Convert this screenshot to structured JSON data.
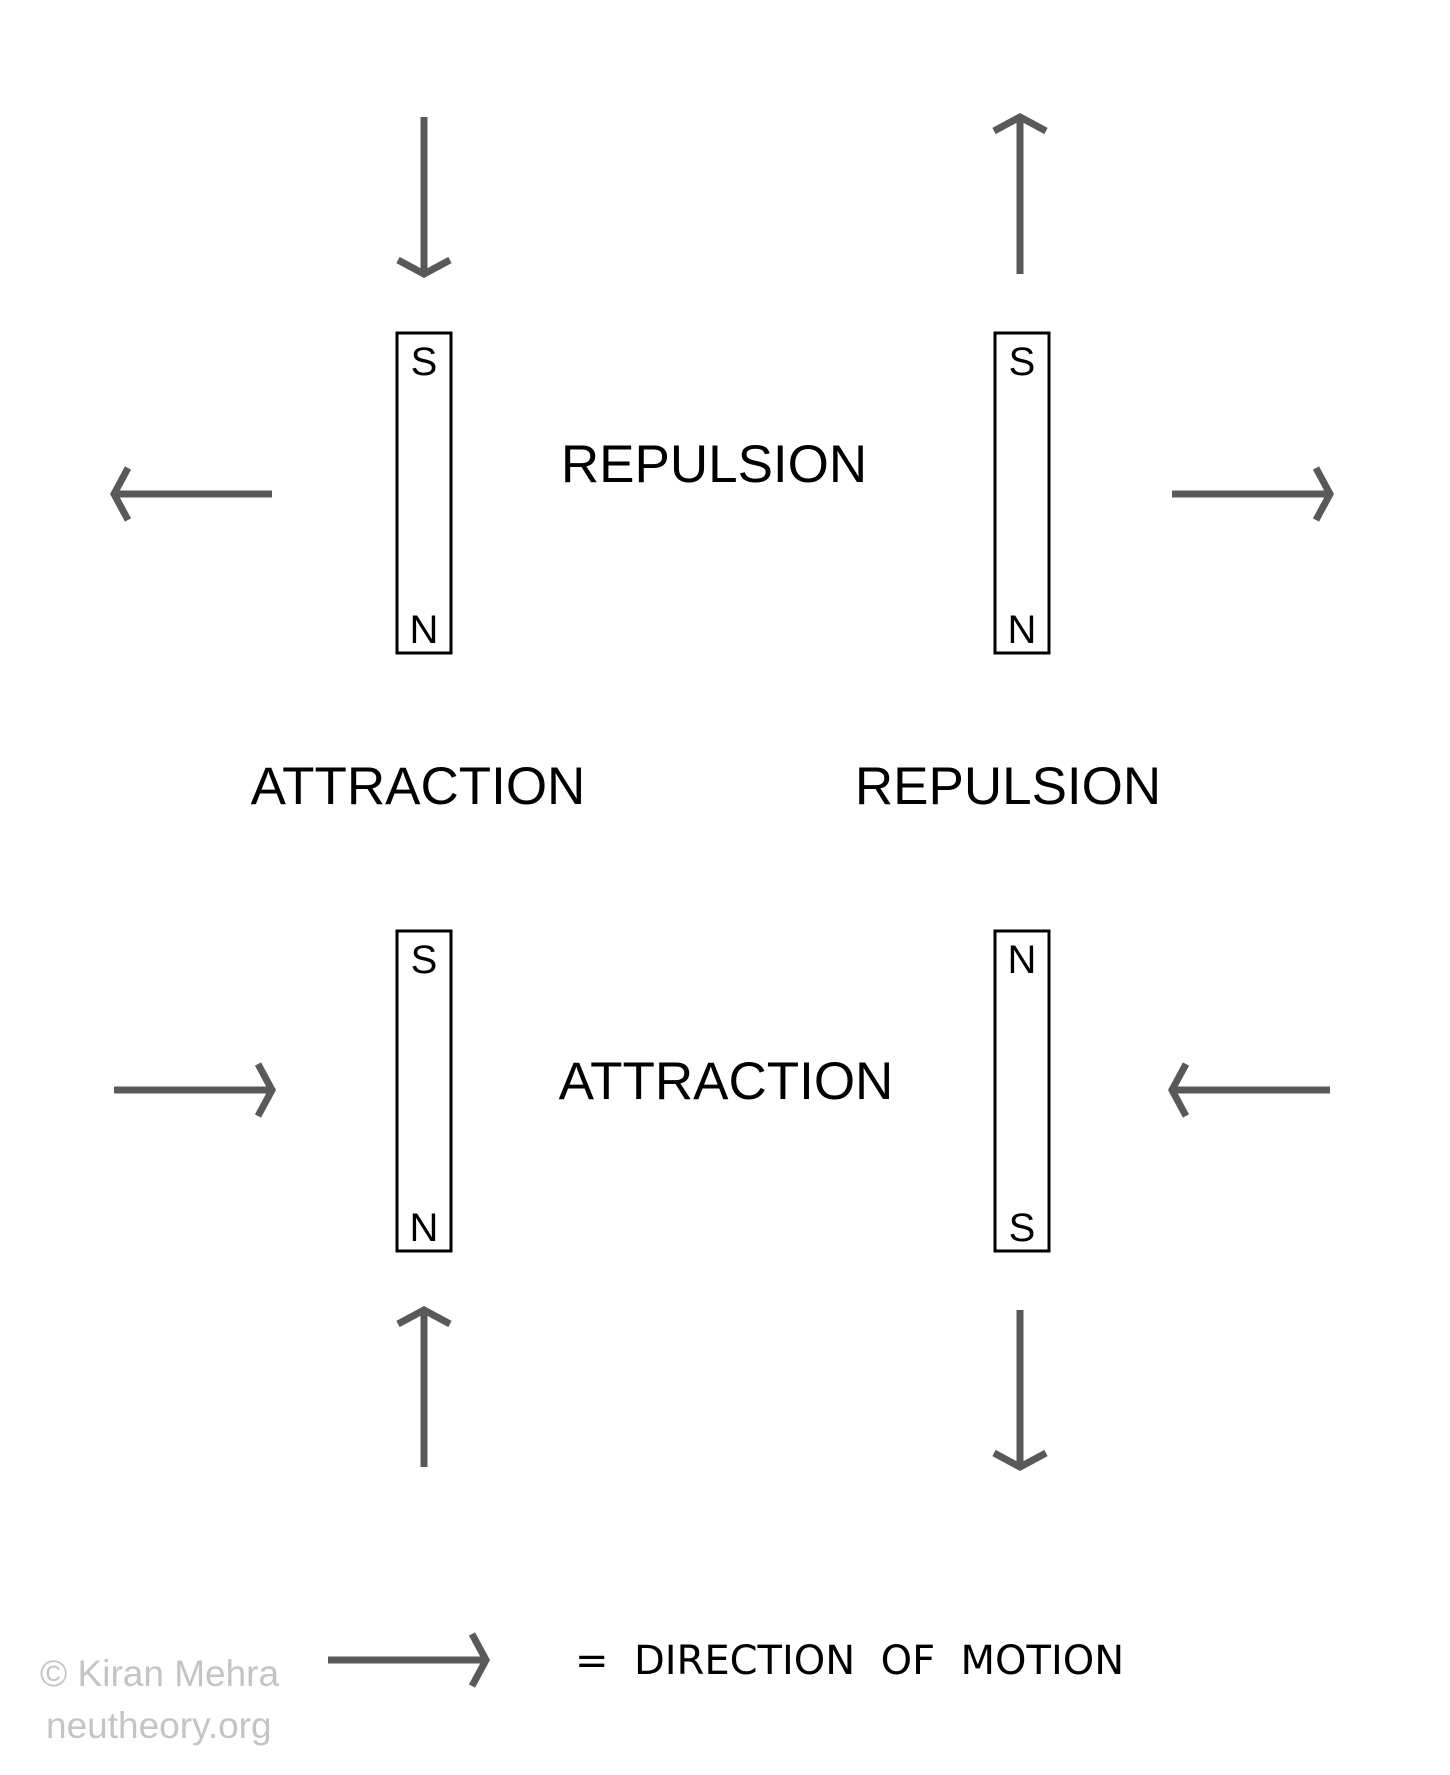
{
  "diagram": {
    "magnets": [
      {
        "id": "top-left",
        "top_pole": "S",
        "bottom_pole": "N"
      },
      {
        "id": "top-right",
        "top_pole": "S",
        "bottom_pole": "N"
      },
      {
        "id": "bottom-left",
        "top_pole": "S",
        "bottom_pole": "N"
      },
      {
        "id": "bottom-right",
        "top_pole": "N",
        "bottom_pole": "S"
      }
    ],
    "labels": {
      "top": "REPULSION",
      "left": "ATTRACTION",
      "right": "REPULSION",
      "bottom": "ATTRACTION"
    },
    "legend": {
      "text": "=  DIRECTION  OF  MOTION"
    },
    "watermark": {
      "line1": "© Kiran Mehra",
      "line2": "neutheory.org"
    },
    "colors": {
      "arrow": "#595959",
      "magnet_outline": "#000000",
      "text": "#000000",
      "watermark": "#c4c4c4",
      "background": "#ffffff"
    }
  }
}
